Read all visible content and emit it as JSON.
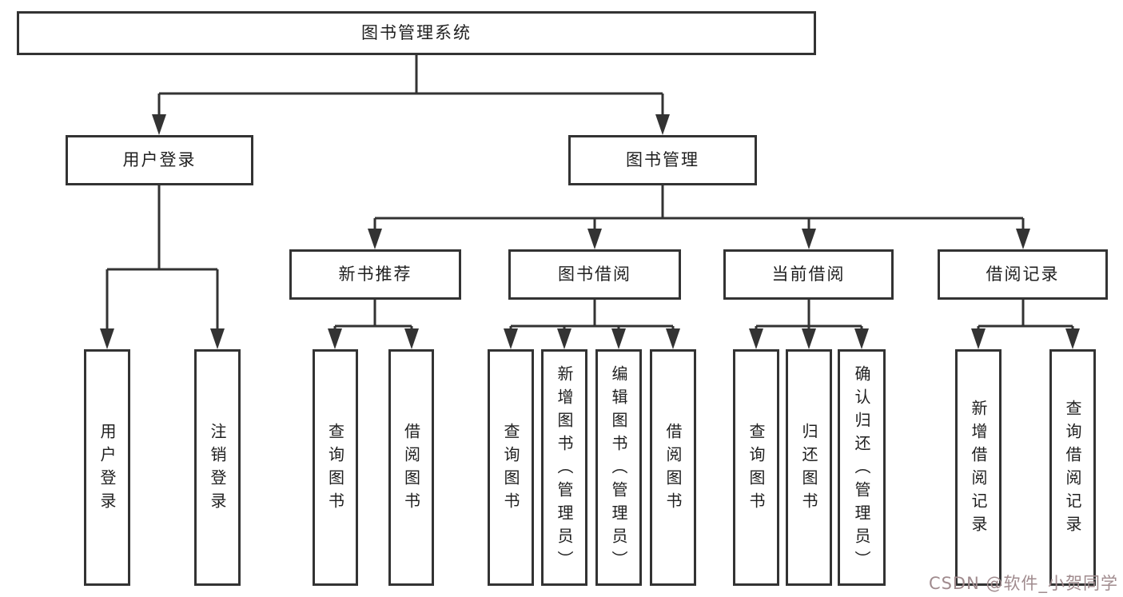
{
  "diagram": {
    "title": "图书管理系统",
    "root": {
      "label": "图书管理系统"
    },
    "level2": {
      "user_login": {
        "label": "用户登录"
      },
      "book_mgmt": {
        "label": "图书管理"
      }
    },
    "level3": {
      "new_book": {
        "label": "新书推荐"
      },
      "book_borrow": {
        "label": "图书借阅"
      },
      "current_borrow": {
        "label": "当前借阅"
      },
      "borrow_record": {
        "label": "借阅记录"
      }
    },
    "leaves": {
      "user_login": [
        "用户登录",
        "注销登录"
      ],
      "new_book": [
        "查询图书",
        "借阅图书"
      ],
      "book_borrow": [
        "查询图书",
        "新增图书（管理员）",
        "编辑图书（管理员）",
        "借阅图书"
      ],
      "current_borrow": [
        "查询图书",
        "归还图书",
        "确认归还（管理员）"
      ],
      "borrow_record": [
        "新增借阅记录",
        "查询借阅记录"
      ]
    }
  },
  "watermark": {
    "text": "CSDN @软件_小贺同学"
  },
  "colors": {
    "line": "#333333",
    "box_border": "#333333",
    "text": "#1f1f1f",
    "background": "#ffffff",
    "watermark": "#a08b8e"
  }
}
